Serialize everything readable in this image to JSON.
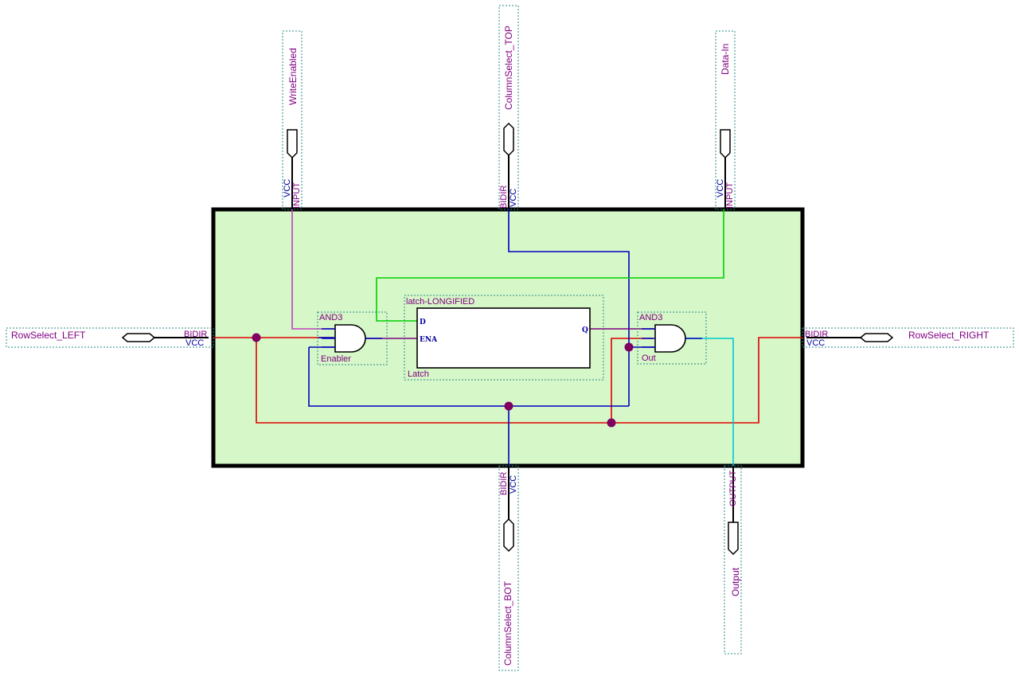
{
  "pins": {
    "write_enabled": {
      "name": "WriteEnabled",
      "type": "INPUT",
      "power": "VCC"
    },
    "column_select_top": {
      "name": "ColumnSelect_TOP",
      "type": "BIDIR",
      "power": "VCC"
    },
    "data_in": {
      "name": "Data-In",
      "type": "INPUT",
      "power": "VCC"
    },
    "row_select_left": {
      "name": "RowSelect_LEFT",
      "type": "BIDIR",
      "power": "VCC"
    },
    "row_select_right": {
      "name": "RowSelect_RIGHT",
      "type": "BIDIR",
      "power": "VCC"
    },
    "column_select_bot": {
      "name": "ColumnSelect_BOT",
      "type": "BIDIR",
      "power": "VCC"
    },
    "output": {
      "name": "Output",
      "type": "OUTPUT"
    }
  },
  "components": {
    "enabler": {
      "type": "AND3",
      "instance": "Enabler"
    },
    "latch": {
      "type": "latch-LONGIFIED",
      "instance": "Latch",
      "ports": {
        "d": "D",
        "ena": "ENA",
        "q": "Q"
      }
    },
    "out": {
      "type": "AND3",
      "instance": "Out"
    }
  },
  "colors": {
    "body_fill": "#d6f7c8",
    "wire_red": "#e00000",
    "wire_blue": "#0000c0",
    "wire_green": "#00d000",
    "wire_magenta": "#c040c0",
    "wire_cyan": "#00c8d0",
    "junction": "#800060"
  }
}
